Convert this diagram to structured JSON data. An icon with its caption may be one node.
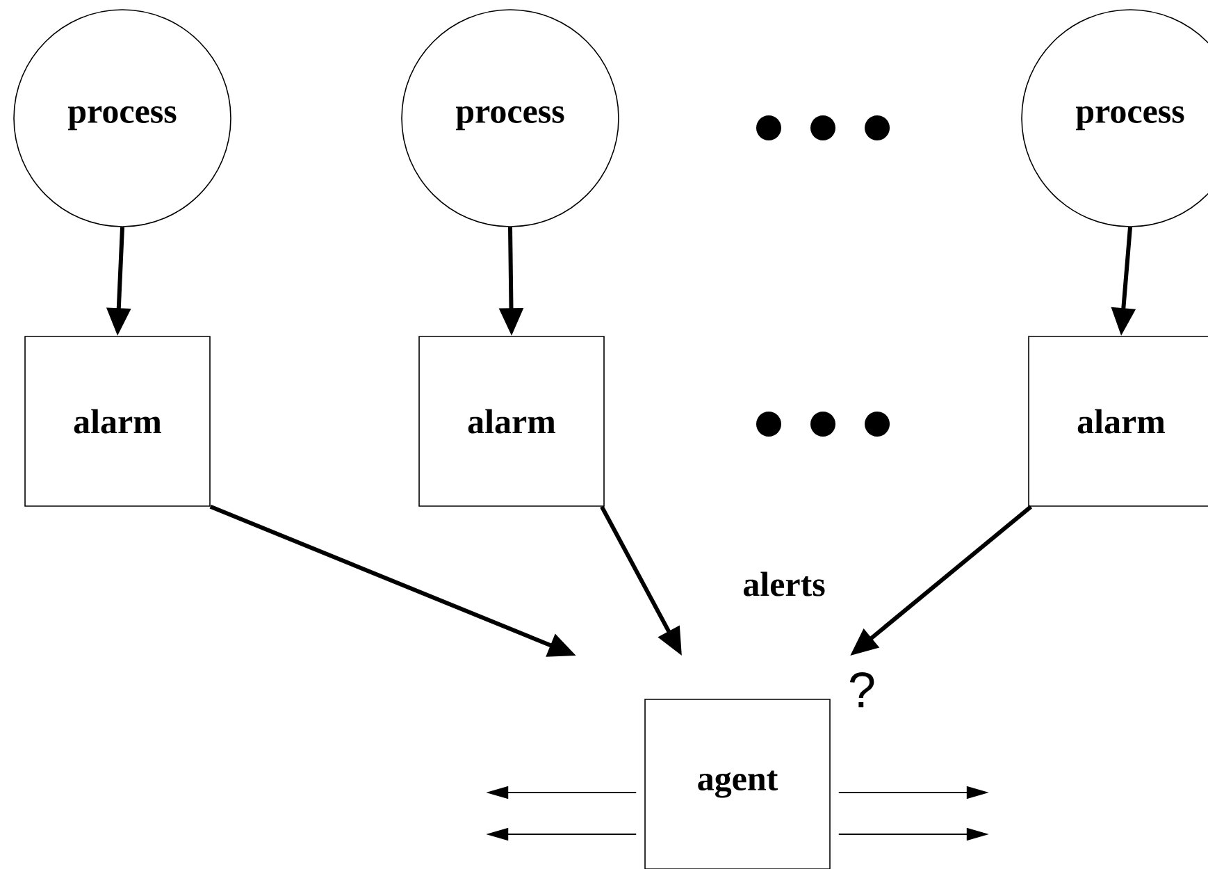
{
  "diagram": {
    "nodes": [
      {
        "text": [
          "process"
        ]
      },
      {
        "text": [
          "process"
        ]
      },
      {
        "text": [
          "process"
        ]
      },
      {
        "text": [
          "alarm"
        ]
      },
      {
        "text": [
          "alarm"
        ]
      },
      {
        "text": [
          "alarm"
        ]
      },
      {
        "text": [
          "agent"
        ]
      }
    ],
    "edges": [
      {
        "from": 0,
        "to": 3,
        "arrow": "to"
      },
      {
        "from": 1,
        "to": 4,
        "arrow": "to"
      },
      {
        "from": 2,
        "to": 5,
        "arrow": "to"
      },
      {
        "from": 3,
        "to": 6,
        "arrow": "to"
      },
      {
        "from": 4,
        "to": 6,
        "arrow": "to"
      },
      {
        "from": 5,
        "to": 6,
        "arrow": "to"
      },
      {
        "from": 6,
        "to": null,
        "arrow": "to"
      },
      {
        "from": 6,
        "to": null,
        "arrow": "to"
      },
      {
        "from": 6,
        "to": null,
        "arrow": "to"
      },
      {
        "from": 6,
        "to": null,
        "arrow": "to"
      }
    ],
    "labels": [
      "alerts",
      "?"
    ]
  }
}
